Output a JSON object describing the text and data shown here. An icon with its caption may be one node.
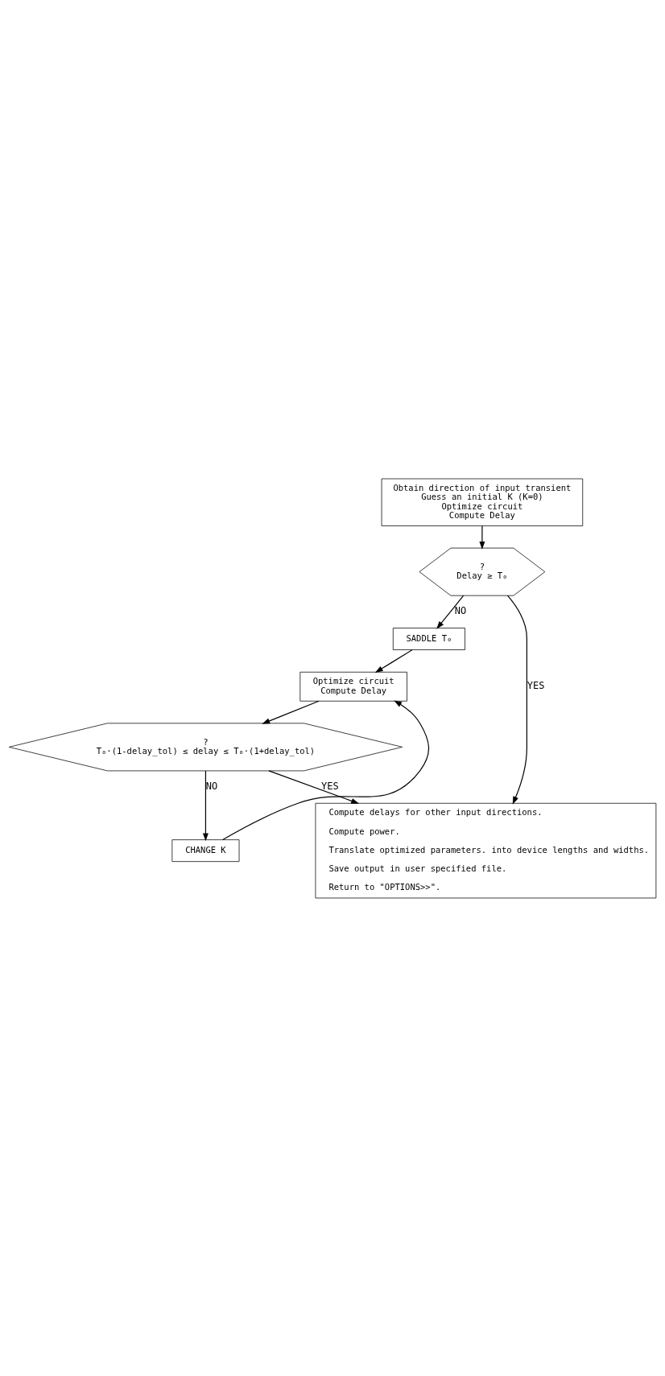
{
  "diagram": {
    "nodes": [
      {
        "text": [
          "Obtain direction of input transient",
          "Guess an initial K (K=0)",
          "Optimize circuit",
          "Compute Delay"
        ]
      },
      {
        "text": [
          "?",
          "Delay ≥ T₀"
        ]
      },
      {
        "text": [
          "SADDLE T₀"
        ]
      },
      {
        "text": [
          "Optimize circuit",
          "Compute Delay"
        ]
      },
      {
        "text": [
          "?",
          "T₀·(1-delay_tol) ≤ delay ≤ T₀·(1+delay_tol)"
        ]
      },
      {
        "text": [
          "CHANGE K"
        ]
      },
      {
        "text": [
          "Compute delays for other input directions.",
          "Compute power.",
          "Translate optimized parameters. into device lengths and widths.",
          "Save output in user specified file.",
          "Return to \"OPTIONS>>\"."
        ]
      }
    ],
    "edges": [
      {
        "from": 0,
        "to": 1,
        "arrow": "to"
      },
      {
        "from": 1,
        "to": 2,
        "arrow": "to",
        "label": "NO"
      },
      {
        "from": 1,
        "to": 6,
        "arrow": "to",
        "label": "YES"
      },
      {
        "from": 2,
        "to": 3,
        "arrow": "to"
      },
      {
        "from": 3,
        "to": 4,
        "arrow": "to"
      },
      {
        "from": 4,
        "to": 5,
        "arrow": "to",
        "label": "NO"
      },
      {
        "from": 4,
        "to": 6,
        "arrow": "to",
        "label": "YES"
      },
      {
        "from": 5,
        "to": 3,
        "arrow": "to"
      }
    ]
  }
}
